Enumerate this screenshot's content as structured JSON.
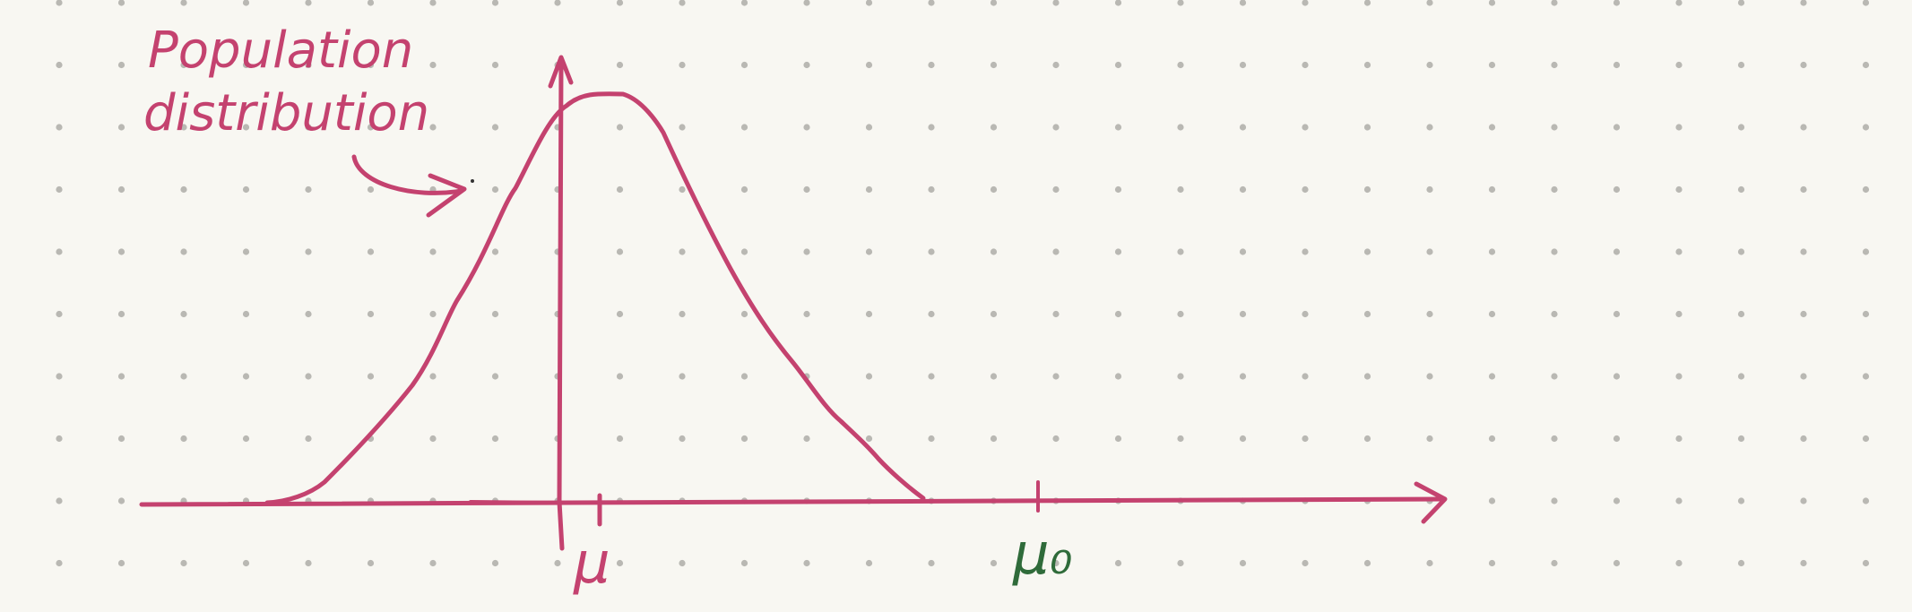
{
  "annotation": {
    "line1": "Population",
    "line2": "distribution"
  },
  "labels": {
    "mu": "μ",
    "mu0": "μ₀"
  },
  "colors": {
    "background": "#f8f7f2",
    "dot_grid": "#b9b8b3",
    "curve_pink": "#c4426f",
    "mu0_green": "#2f6b3a"
  }
}
